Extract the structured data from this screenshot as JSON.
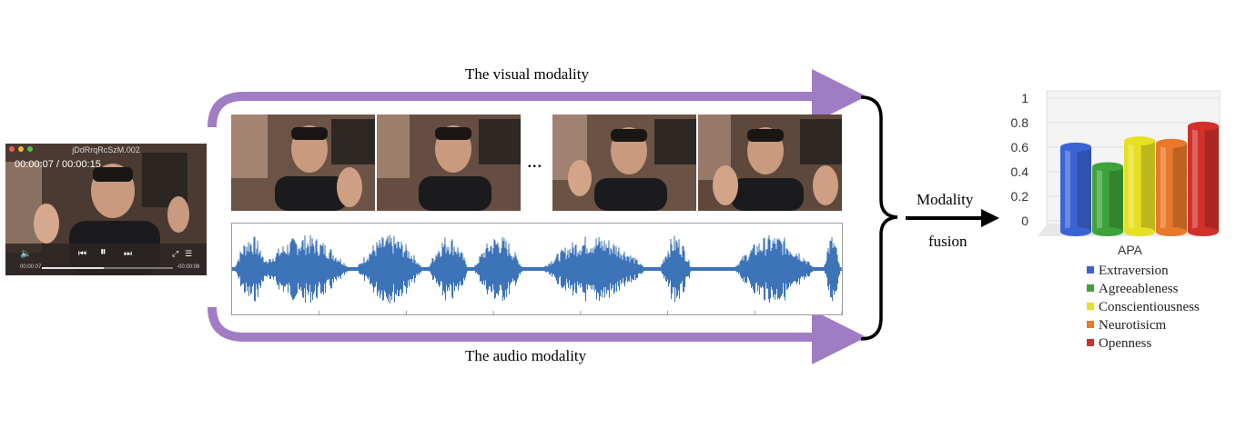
{
  "player": {
    "filename": "jDdRrqRcSzM.002",
    "time": "00:00:07 / 00:00:15",
    "elapsed": "00:00:07",
    "remaining": "-00:00:08",
    "progress": 0.47
  },
  "labels": {
    "visual": "The visual modality",
    "audio": "The audio modality",
    "ellipsis": "...",
    "fusion_line1": "Modality",
    "fusion_line2": "fusion"
  },
  "colors": {
    "arrow": "#a07cc4",
    "waveform": "#3d73b8"
  },
  "chart_data": {
    "type": "bar",
    "categories": [
      "APA"
    ],
    "series": [
      {
        "name": "Extraversion",
        "values": [
          0.69
        ],
        "color": "#3a63d6"
      },
      {
        "name": "Agreeableness",
        "values": [
          0.53
        ],
        "color": "#3ea33a"
      },
      {
        "name": "Conscientiousness",
        "values": [
          0.74
        ],
        "color": "#e6e023"
      },
      {
        "name": "Neurotisicm",
        "values": [
          0.72
        ],
        "color": "#e8782a"
      },
      {
        "name": "Openness",
        "values": [
          0.86
        ],
        "color": "#d2302a"
      }
    ],
    "ylim": [
      0,
      1
    ],
    "yticks": [
      "1",
      "0.8",
      "0.6",
      "0.4",
      "0.2",
      "0"
    ],
    "xlabel": "APA",
    "legend": "bottom"
  }
}
